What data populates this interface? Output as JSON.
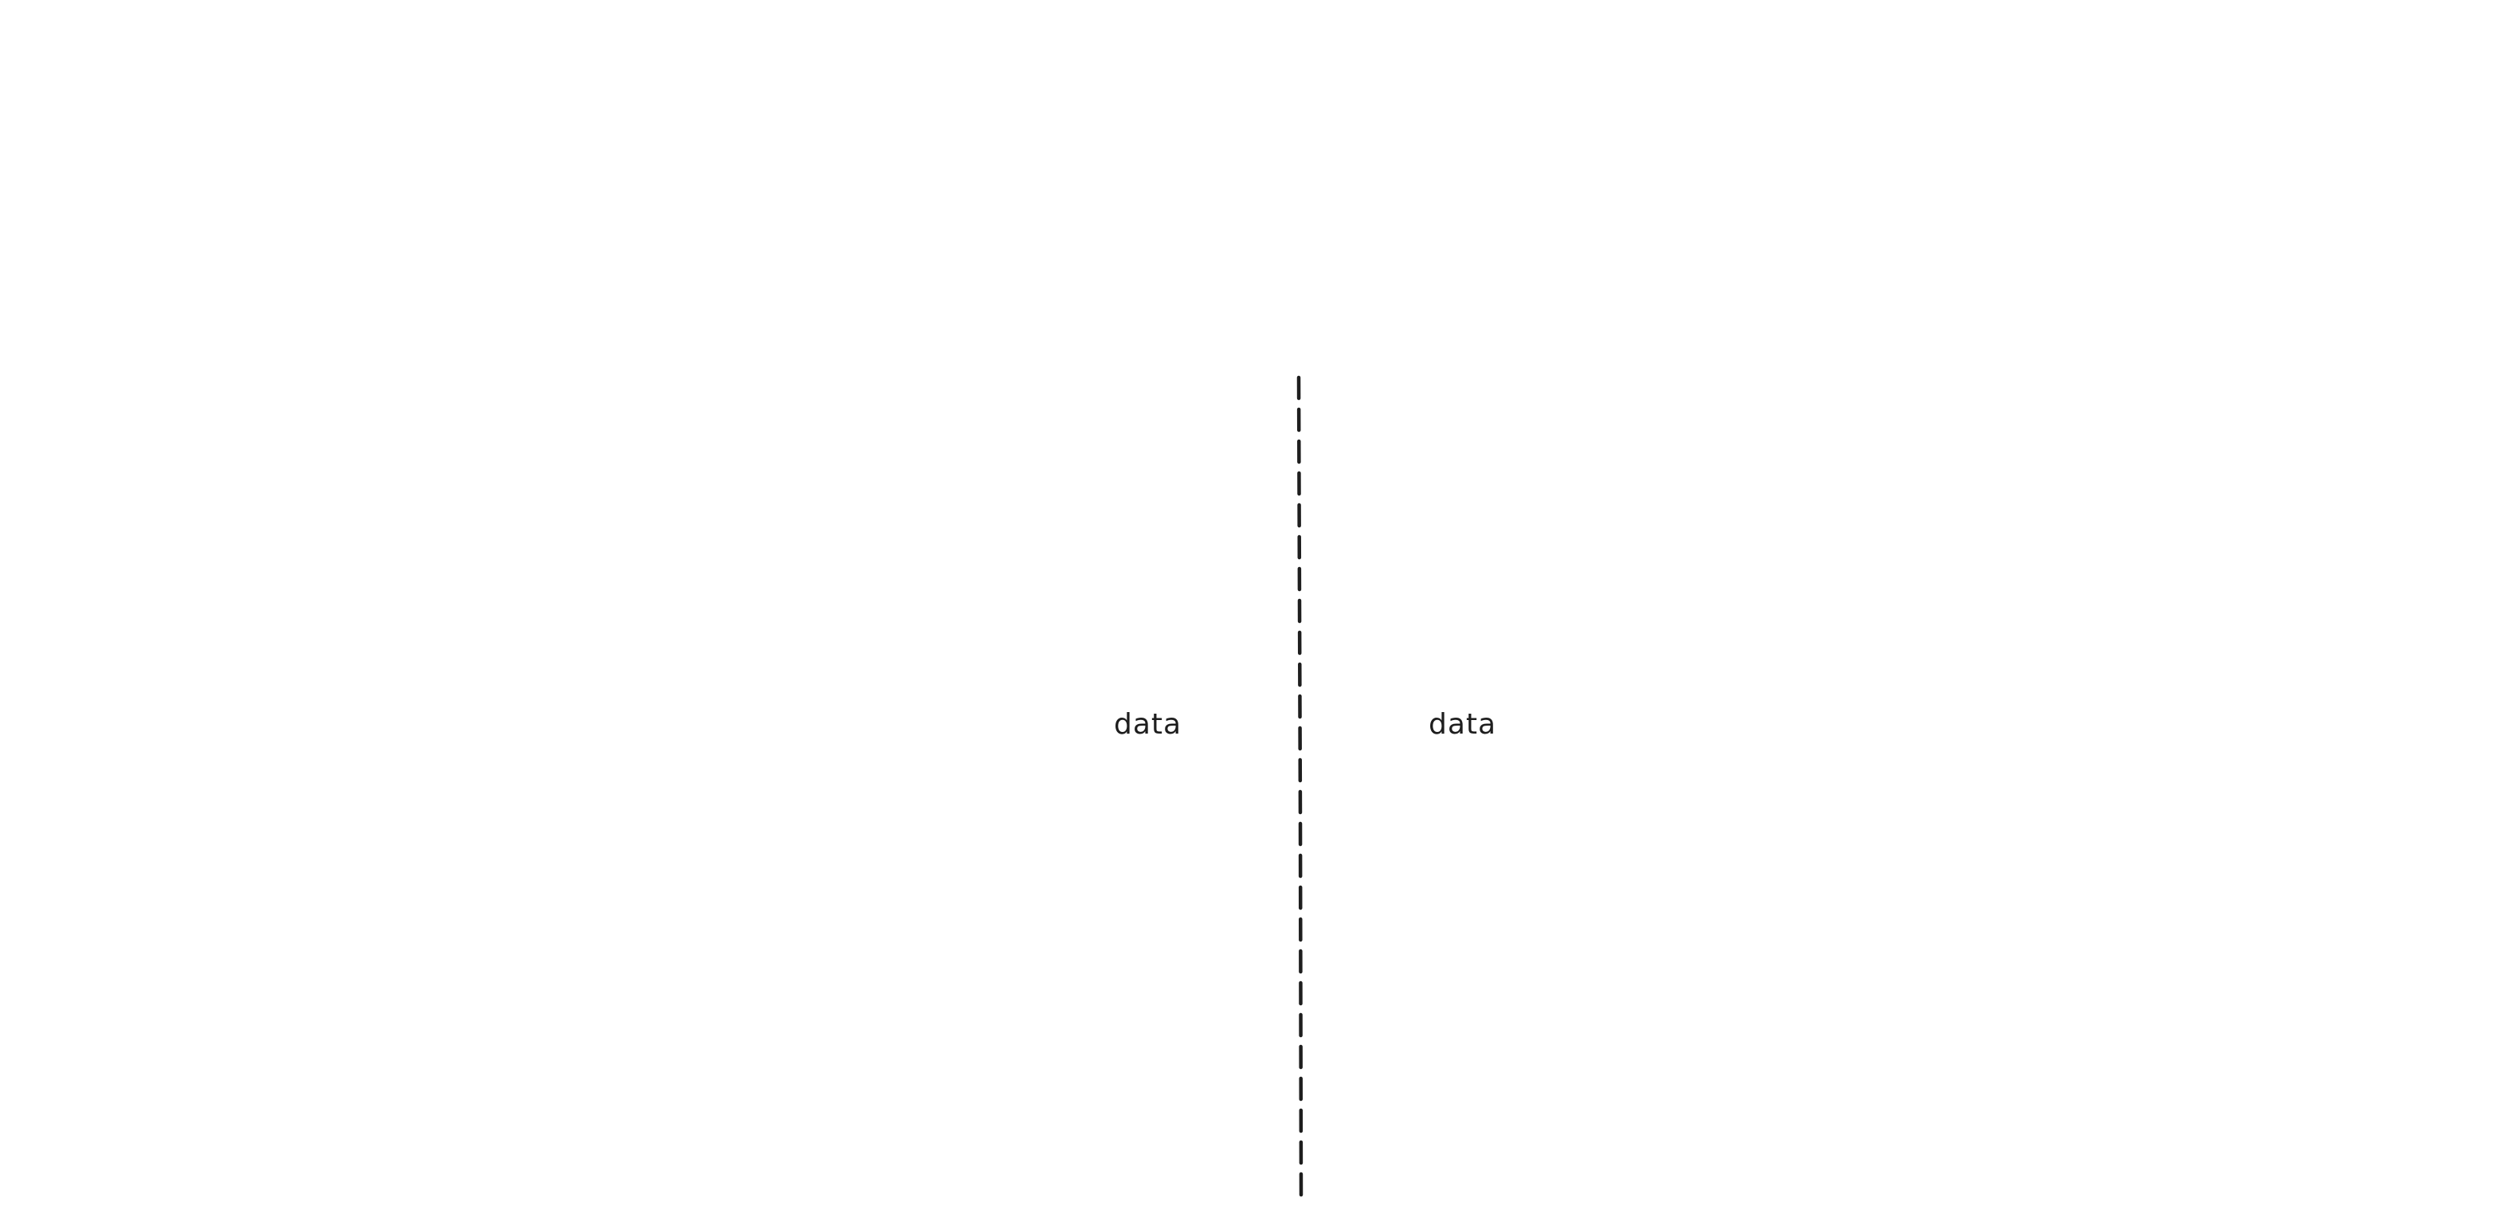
{
  "diagram": {
    "left_label": "data",
    "right_label": "data",
    "divider_style": "dashed",
    "stroke_color": "#1e1e1e",
    "background": "#ffffff"
  }
}
